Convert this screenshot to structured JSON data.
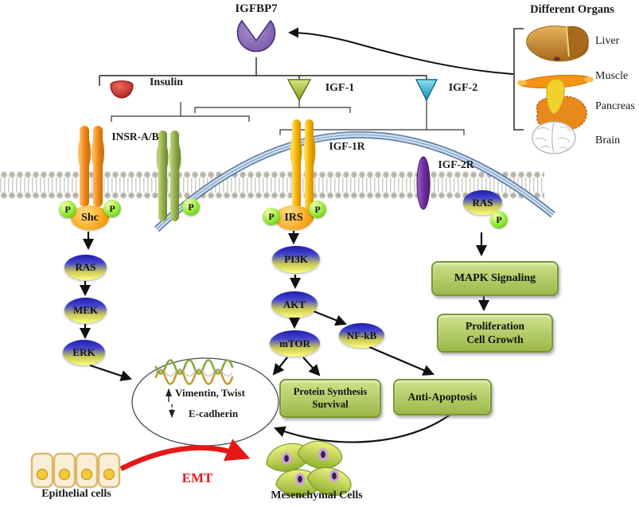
{
  "title": "IGFBP7",
  "ligands": {
    "insulin": "Insulin",
    "igf1": "IGF-1",
    "igf2": "IGF-2"
  },
  "receptors": {
    "insr": "INSR-A/B",
    "igf1r": "IGF-1R",
    "igf2r": "IGF-2R"
  },
  "adapters": {
    "shc": "Shc",
    "irs": "IRS",
    "p": "P"
  },
  "nodes": {
    "ras_left": "RAS",
    "mek": "MEK",
    "erk": "ERK",
    "pi3k": "PI3K",
    "akt": "AKT",
    "mtor": "mTOR",
    "nfkb": "NF-kB",
    "ras_right": "RAS"
  },
  "boxes": {
    "mapk": "MAPK Signaling",
    "proliferation_line1": "Proliferation",
    "proliferation_line2": "Cell Growth",
    "protein_line1": "Protein Synthesis",
    "protein_line2": "Survival",
    "anti_apoptosis": "Anti-Apoptosis"
  },
  "emt": {
    "up_genes": "Vimentin, Twist",
    "down_gene": "E-cadherin",
    "label": "EMT",
    "epithelial": "Epithelial cells",
    "mesenchymal": "Mesenchymal Cells"
  },
  "organs": {
    "title": "Different  Organs",
    "items": [
      {
        "label": "Liver"
      },
      {
        "label": "Muscle"
      },
      {
        "label": "Pancreas"
      },
      {
        "label": "Brain"
      }
    ]
  },
  "colors": {
    "igfbp7_purple": "#7b5ca8",
    "insulin_red": "#c0392b",
    "igf1_green": "#9ab42c",
    "igf2_cyan": "#2aa8cc",
    "insr_orange": "#ef8c1a",
    "hybrid_green": "#93b04c",
    "igf1r_gold": "#f4b400",
    "igf2r_violet": "#7030a0",
    "node_blue": "#2a2ac0",
    "node_yellow": "#ffff70",
    "phospho_green": "#6fd428",
    "box_green": "#9bbb59",
    "emt_red": "#e51818",
    "membrane_gray": "#c2c2ba"
  }
}
